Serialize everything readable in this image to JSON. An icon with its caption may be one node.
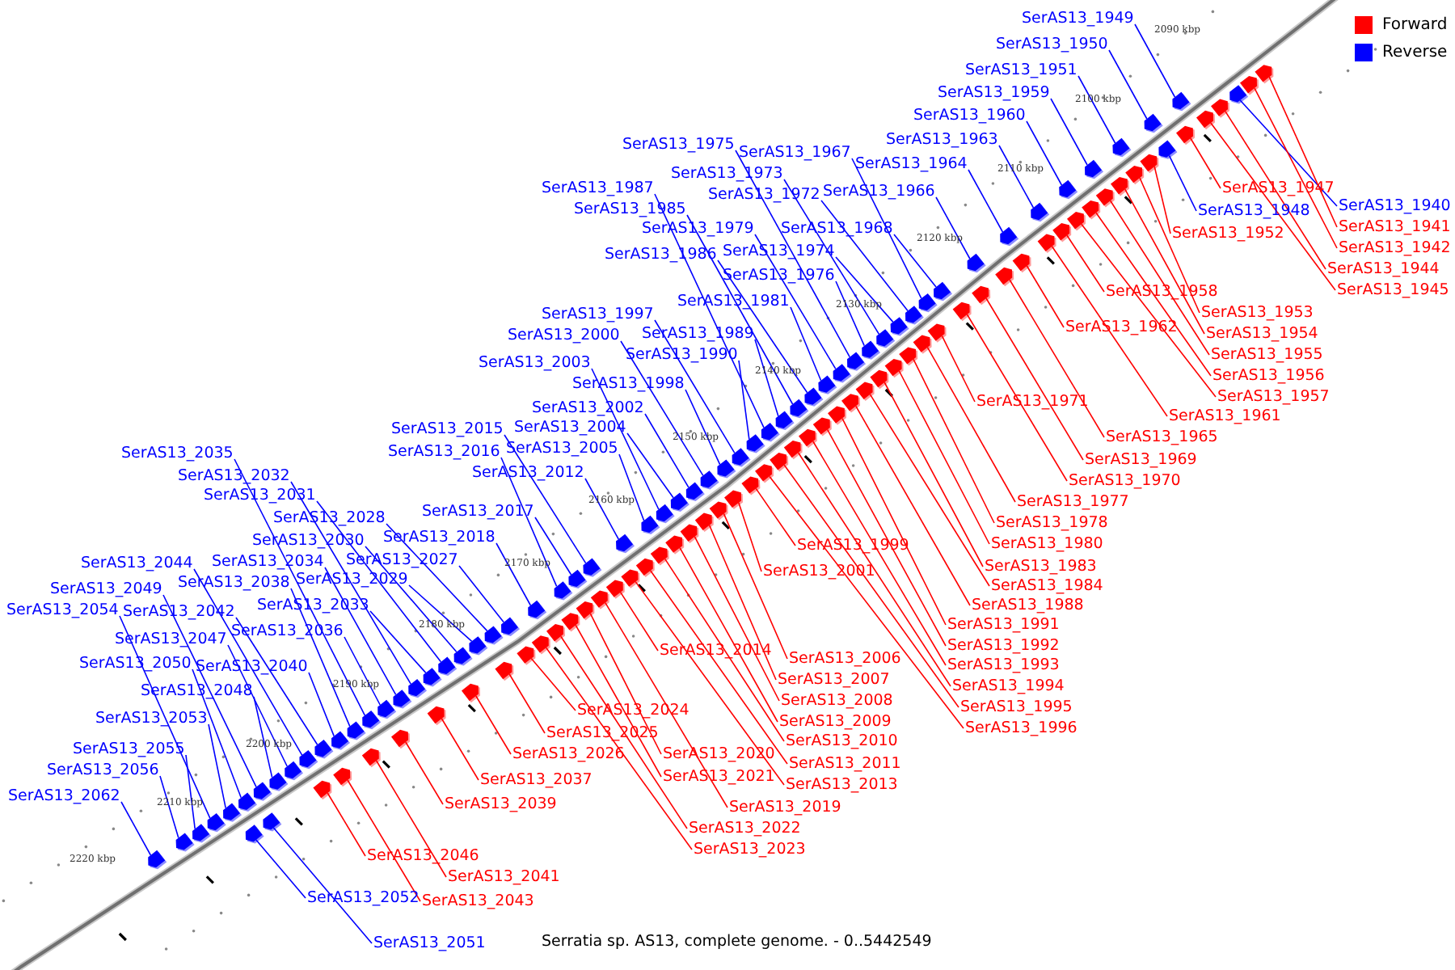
{
  "diagram": {
    "caption": "Serratia sp. AS13, complete genome. - 0..5442549",
    "nodes": [
      {
        "text": [
          "SerAS13_1940"
        ]
      },
      {
        "text": [
          "SerAS13_1941"
        ]
      },
      {
        "text": [
          "SerAS13_1942"
        ]
      },
      {
        "text": [
          "SerAS13_1944"
        ]
      },
      {
        "text": [
          "SerAS13_1945"
        ]
      },
      {
        "text": [
          "SerAS13_1947"
        ]
      },
      {
        "text": [
          "SerAS13_1948"
        ]
      },
      {
        "text": [
          "SerAS13_1949"
        ]
      },
      {
        "text": [
          "SerAS13_1950"
        ]
      },
      {
        "text": [
          "SerAS13_1951"
        ]
      },
      {
        "text": [
          "SerAS13_1952"
        ]
      },
      {
        "text": [
          "SerAS13_1953"
        ]
      },
      {
        "text": [
          "SerAS13_1954"
        ]
      },
      {
        "text": [
          "SerAS13_1955"
        ]
      },
      {
        "text": [
          "SerAS13_1956"
        ]
      },
      {
        "text": [
          "SerAS13_1957"
        ]
      },
      {
        "text": [
          "SerAS13_1958"
        ]
      },
      {
        "text": [
          "SerAS13_1959"
        ]
      },
      {
        "text": [
          "SerAS13_1960"
        ]
      },
      {
        "text": [
          "SerAS13_1961"
        ]
      },
      {
        "text": [
          "SerAS13_1962"
        ]
      },
      {
        "text": [
          "SerAS13_1963"
        ]
      },
      {
        "text": [
          "SerAS13_1964"
        ]
      },
      {
        "text": [
          "SerAS13_1965"
        ]
      },
      {
        "text": [
          "SerAS13_1966"
        ]
      },
      {
        "text": [
          "SerAS13_1967"
        ]
      },
      {
        "text": [
          "SerAS13_1968"
        ]
      },
      {
        "text": [
          "SerAS13_1969"
        ]
      },
      {
        "text": [
          "SerAS13_1970"
        ]
      },
      {
        "text": [
          "SerAS13_1971"
        ]
      },
      {
        "text": [
          "SerAS13_1972"
        ]
      },
      {
        "text": [
          "SerAS13_1973"
        ]
      },
      {
        "text": [
          "SerAS13_1974"
        ]
      },
      {
        "text": [
          "SerAS13_1975"
        ]
      },
      {
        "text": [
          "SerAS13_1976"
        ]
      },
      {
        "text": [
          "SerAS13_1977"
        ]
      },
      {
        "text": [
          "SerAS13_1978"
        ]
      },
      {
        "text": [
          "SerAS13_1979"
        ]
      },
      {
        "text": [
          "SerAS13_1980"
        ]
      },
      {
        "text": [
          "SerAS13_1981"
        ]
      },
      {
        "text": [
          "SerAS13_1983"
        ]
      },
      {
        "text": [
          "SerAS13_1984"
        ]
      },
      {
        "text": [
          "SerAS13_1985"
        ]
      },
      {
        "text": [
          "SerAS13_1986"
        ]
      },
      {
        "text": [
          "SerAS13_1987"
        ]
      },
      {
        "text": [
          "SerAS13_1988"
        ]
      },
      {
        "text": [
          "SerAS13_1989"
        ]
      },
      {
        "text": [
          "SerAS13_1990"
        ]
      },
      {
        "text": [
          "SerAS13_1991"
        ]
      },
      {
        "text": [
          "SerAS13_1992"
        ]
      },
      {
        "text": [
          "SerAS13_1993"
        ]
      },
      {
        "text": [
          "SerAS13_1994"
        ]
      },
      {
        "text": [
          "SerAS13_1995"
        ]
      },
      {
        "text": [
          "SerAS13_1996"
        ]
      },
      {
        "text": [
          "SerAS13_1997"
        ]
      },
      {
        "text": [
          "SerAS13_1998"
        ]
      },
      {
        "text": [
          "SerAS13_1999"
        ]
      },
      {
        "text": [
          "SerAS13_2000"
        ]
      },
      {
        "text": [
          "SerAS13_2001"
        ]
      },
      {
        "text": [
          "SerAS13_2002"
        ]
      },
      {
        "text": [
          "SerAS13_2003"
        ]
      },
      {
        "text": [
          "SerAS13_2004"
        ]
      },
      {
        "text": [
          "SerAS13_2005"
        ]
      },
      {
        "text": [
          "SerAS13_2006"
        ]
      },
      {
        "text": [
          "SerAS13_2007"
        ]
      },
      {
        "text": [
          "SerAS13_2008"
        ]
      },
      {
        "text": [
          "SerAS13_2009"
        ]
      },
      {
        "text": [
          "SerAS13_2010"
        ]
      },
      {
        "text": [
          "SerAS13_2011"
        ]
      },
      {
        "text": [
          "SerAS13_2012"
        ]
      },
      {
        "text": [
          "SerAS13_2013"
        ]
      },
      {
        "text": [
          "SerAS13_2014"
        ]
      },
      {
        "text": [
          "SerAS13_2015"
        ]
      },
      {
        "text": [
          "SerAS13_2016"
        ]
      },
      {
        "text": [
          "SerAS13_2017"
        ]
      },
      {
        "text": [
          "SerAS13_2018"
        ]
      },
      {
        "text": [
          "SerAS13_2019"
        ]
      },
      {
        "text": [
          "SerAS13_2020"
        ]
      },
      {
        "text": [
          "SerAS13_2021"
        ]
      },
      {
        "text": [
          "SerAS13_2022"
        ]
      },
      {
        "text": [
          "SerAS13_2023"
        ]
      },
      {
        "text": [
          "SerAS13_2024"
        ]
      },
      {
        "text": [
          "SerAS13_2025"
        ]
      },
      {
        "text": [
          "SerAS13_2026"
        ]
      },
      {
        "text": [
          "SerAS13_2027"
        ]
      },
      {
        "text": [
          "SerAS13_2028"
        ]
      },
      {
        "text": [
          "SerAS13_2029"
        ]
      },
      {
        "text": [
          "SerAS13_2030"
        ]
      },
      {
        "text": [
          "SerAS13_2031"
        ]
      },
      {
        "text": [
          "SerAS13_2032"
        ]
      },
      {
        "text": [
          "SerAS13_2033"
        ]
      },
      {
        "text": [
          "SerAS13_2034"
        ]
      },
      {
        "text": [
          "SerAS13_2035"
        ]
      },
      {
        "text": [
          "SerAS13_2036"
        ]
      },
      {
        "text": [
          "SerAS13_2037"
        ]
      },
      {
        "text": [
          "SerAS13_2038"
        ]
      },
      {
        "text": [
          "SerAS13_2039"
        ]
      },
      {
        "text": [
          "SerAS13_2040"
        ]
      },
      {
        "text": [
          "SerAS13_2041"
        ]
      },
      {
        "text": [
          "SerAS13_2042"
        ]
      },
      {
        "text": [
          "SerAS13_2043"
        ]
      },
      {
        "text": [
          "SerAS13_2044"
        ]
      },
      {
        "text": [
          "SerAS13_2046"
        ]
      },
      {
        "text": [
          "SerAS13_2047"
        ]
      },
      {
        "text": [
          "SerAS13_2048"
        ]
      },
      {
        "text": [
          "SerAS13_2049"
        ]
      },
      {
        "text": [
          "SerAS13_2050"
        ]
      },
      {
        "text": [
          "SerAS13_2051"
        ]
      },
      {
        "text": [
          "SerAS13_2052"
        ]
      },
      {
        "text": [
          "SerAS13_2053"
        ]
      },
      {
        "text": [
          "SerAS13_2054"
        ]
      },
      {
        "text": [
          "SerAS13_2055"
        ]
      },
      {
        "text": [
          "SerAS13_2056"
        ]
      },
      {
        "text": [
          "SerAS13_2062"
        ]
      },
      {
        "text": [],
        "shape": "pentagon"
      },
      {
        "text": [],
        "shape": "pentagon"
      },
      {
        "text": [],
        "shape": "pentagon"
      },
      {
        "text": [],
        "shape": "pentagon"
      },
      {
        "text": [],
        "shape": "pentagon"
      },
      {
        "text": [],
        "shape": "pentagon"
      },
      {
        "text": [],
        "shape": "pentagon"
      },
      {
        "text": [],
        "shape": "pentagon"
      },
      {
        "text": [],
        "shape": "pentagon"
      },
      {
        "text": [],
        "shape": "pentagon"
      },
      {
        "text": [],
        "shape": "pentagon"
      },
      {
        "text": [],
        "shape": "pentagon"
      },
      {
        "text": [],
        "shape": "pentagon"
      },
      {
        "text": [],
        "shape": "pentagon"
      },
      {
        "text": [],
        "shape": "pentagon"
      },
      {
        "text": [],
        "shape": "pentagon"
      },
      {
        "text": [],
        "shape": "pentagon"
      },
      {
        "text": [],
        "shape": "pentagon"
      },
      {
        "text": [],
        "shape": "pentagon"
      },
      {
        "text": [],
        "shape": "pentagon"
      },
      {
        "text": [],
        "shape": "pentagon"
      },
      {
        "text": [],
        "shape": "pentagon"
      },
      {
        "text": [],
        "shape": "pentagon"
      },
      {
        "text": [],
        "shape": "pentagon"
      },
      {
        "text": [],
        "shape": "pentagon"
      },
      {
        "text": [],
        "shape": "pentagon"
      },
      {
        "text": [],
        "shape": "pentagon"
      },
      {
        "text": [],
        "shape": "pentagon"
      },
      {
        "text": [],
        "shape": "pentagon"
      },
      {
        "text": [],
        "shape": "pentagon"
      },
      {
        "text": [],
        "shape": "pentagon"
      },
      {
        "text": [],
        "shape": "pentagon"
      },
      {
        "text": [],
        "shape": "pentagon"
      },
      {
        "text": [],
        "shape": "pentagon"
      },
      {
        "text": [],
        "shape": "pentagon"
      },
      {
        "text": [],
        "shape": "pentagon"
      },
      {
        "text": [],
        "shape": "pentagon"
      },
      {
        "text": [],
        "shape": "pentagon"
      },
      {
        "text": [],
        "shape": "pentagon"
      },
      {
        "text": [],
        "shape": "pentagon"
      },
      {
        "text": [],
        "shape": "pentagon"
      },
      {
        "text": [],
        "shape": "pentagon"
      },
      {
        "text": [],
        "shape": "pentagon"
      },
      {
        "text": [],
        "shape": "pentagon"
      },
      {
        "text": [],
        "shape": "pentagon"
      },
      {
        "text": [],
        "shape": "pentagon"
      },
      {
        "text": [],
        "shape": "pentagon"
      },
      {
        "text": [],
        "shape": "pentagon"
      },
      {
        "text": [],
        "shape": "pentagon"
      },
      {
        "text": [],
        "shape": "pentagon"
      },
      {
        "text": [],
        "shape": "pentagon"
      },
      {
        "text": [],
        "shape": "pentagon"
      },
      {
        "text": [],
        "shape": "pentagon"
      },
      {
        "text": [],
        "shape": "pentagon"
      },
      {
        "text": [],
        "shape": "pentagon"
      },
      {
        "text": [],
        "shape": "pentagon"
      },
      {
        "text": [],
        "shape": "pentagon"
      },
      {
        "text": [],
        "shape": "pentagon"
      },
      {
        "text": [],
        "shape": "pentagon"
      },
      {
        "text": [],
        "shape": "pentagon"
      },
      {
        "text": [],
        "shape": "pentagon"
      },
      {
        "text": [],
        "shape": "pentagon"
      },
      {
        "text": [],
        "shape": "pentagon"
      },
      {
        "text": [],
        "shape": "pentagon"
      },
      {
        "text": [],
        "shape": "pentagon"
      },
      {
        "text": [],
        "shape": "pentagon"
      },
      {
        "text": [],
        "shape": "pentagon"
      },
      {
        "text": [],
        "shape": "pentagon"
      },
      {
        "text": [],
        "shape": "pentagon"
      },
      {
        "text": [],
        "shape": "pentagon"
      },
      {
        "text": [],
        "shape": "pentagon"
      },
      {
        "text": [],
        "shape": "pentagon"
      },
      {
        "text": [],
        "shape": "pentagon"
      },
      {
        "text": [],
        "shape": "pentagon"
      },
      {
        "text": [],
        "shape": "pentagon"
      },
      {
        "text": [],
        "shape": "pentagon"
      },
      {
        "text": [],
        "shape": "pentagon"
      },
      {
        "text": [],
        "shape": "pentagon"
      },
      {
        "text": [],
        "shape": "pentagon"
      },
      {
        "text": [],
        "shape": "pentagon"
      },
      {
        "text": [],
        "shape": "pentagon"
      },
      {
        "text": [],
        "shape": "pentagon"
      },
      {
        "text": [],
        "shape": "pentagon"
      },
      {
        "text": [],
        "shape": "pentagon"
      },
      {
        "text": [],
        "shape": "pentagon"
      },
      {
        "text": [],
        "shape": "pentagon"
      },
      {
        "text": [],
        "shape": "pentagon"
      },
      {
        "text": [],
        "shape": "pentagon"
      },
      {
        "text": [],
        "shape": "pentagon"
      },
      {
        "text": [],
        "shape": "pentagon"
      },
      {
        "text": [],
        "shape": "pentagon"
      },
      {
        "text": [],
        "shape": "pentagon"
      },
      {
        "text": [],
        "shape": "pentagon"
      },
      {
        "text": [],
        "shape": "pentagon"
      },
      {
        "text": [],
        "shape": "pentagon"
      },
      {
        "text": [],
        "shape": "pentagon"
      },
      {
        "text": [],
        "shape": "pentagon"
      },
      {
        "text": [],
        "shape": "pentagon"
      },
      {
        "text": [],
        "shape": "pentagon"
      },
      {
        "text": [],
        "shape": "pentagon"
      },
      {
        "text": [],
        "shape": "pentagon"
      },
      {
        "text": [],
        "shape": "pentagon"
      },
      {
        "text": [],
        "shape": "pentagon"
      },
      {
        "text": [],
        "shape": "pentagon"
      },
      {
        "text": [],
        "shape": "pentagon"
      },
      {
        "text": [],
        "shape": "pentagon"
      },
      {
        "text": [],
        "shape": "pentagon"
      },
      {
        "text": [],
        "shape": "pentagon"
      },
      {
        "text": [],
        "shape": "pentagon"
      },
      {
        "text": [],
        "shape": "pentagon"
      },
      {
        "text": [],
        "shape": "pentagon"
      },
      {
        "text": [],
        "shape": "pentagon"
      },
      {
        "text": [],
        "shape": "pentagon"
      },
      {
        "text": [],
        "shape": "pentagon"
      }
    ],
    "edges": [
      {
        "from": 0,
        "to": 114,
        "arrow": "none"
      },
      {
        "from": 1,
        "to": 115,
        "arrow": "none",
        "color": "#ff0000"
      },
      {
        "from": 2,
        "to": 116,
        "arrow": "none",
        "color": "#ff0000"
      },
      {
        "from": 3,
        "to": 117,
        "arrow": "none",
        "color": "#ff0000"
      },
      {
        "from": 4,
        "to": 118,
        "arrow": "none",
        "color": "#ff0000"
      },
      {
        "from": 5,
        "to": 119,
        "arrow": "none",
        "color": "#ff0000"
      },
      {
        "from": 6,
        "to": 120,
        "arrow": "none"
      },
      {
        "from": 7,
        "to": 121,
        "arrow": "none"
      },
      {
        "from": 8,
        "to": 122,
        "arrow": "none"
      },
      {
        "from": 9,
        "to": 123,
        "arrow": "none"
      },
      {
        "from": 10,
        "to": 124,
        "arrow": "none",
        "color": "#ff0000"
      },
      {
        "from": 11,
        "to": 125,
        "arrow": "none",
        "color": "#ff0000"
      },
      {
        "from": 12,
        "to": 126,
        "arrow": "none",
        "color": "#ff0000"
      },
      {
        "from": 13,
        "to": 127,
        "arrow": "none",
        "color": "#ff0000"
      },
      {
        "from": 14,
        "to": 128,
        "arrow": "none",
        "color": "#ff0000"
      },
      {
        "from": 15,
        "to": 129,
        "arrow": "none",
        "color": "#ff0000"
      },
      {
        "from": 16,
        "to": 130,
        "arrow": "none",
        "color": "#ff0000"
      },
      {
        "from": 17,
        "to": 131,
        "arrow": "none"
      },
      {
        "from": 18,
        "to": 132,
        "arrow": "none"
      },
      {
        "from": 19,
        "to": 133,
        "arrow": "none",
        "color": "#ff0000"
      },
      {
        "from": 20,
        "to": 134,
        "arrow": "none",
        "color": "#ff0000"
      },
      {
        "from": 21,
        "to": 135,
        "arrow": "none"
      },
      {
        "from": 22,
        "to": 136,
        "arrow": "none"
      },
      {
        "from": 23,
        "to": 137,
        "arrow": "none",
        "color": "#ff0000"
      },
      {
        "from": 24,
        "to": 138,
        "arrow": "none"
      },
      {
        "from": 25,
        "to": 139,
        "arrow": "none"
      },
      {
        "from": 26,
        "to": 140,
        "arrow": "none"
      },
      {
        "from": 27,
        "to": 141,
        "arrow": "none",
        "color": "#ff0000"
      },
      {
        "from": 28,
        "to": 142,
        "arrow": "none",
        "color": "#ff0000"
      },
      {
        "from": 29,
        "to": 143,
        "arrow": "none",
        "color": "#ff0000"
      },
      {
        "from": 30,
        "to": 144,
        "arrow": "none"
      },
      {
        "from": 31,
        "to": 145,
        "arrow": "none"
      },
      {
        "from": 32,
        "to": 146,
        "arrow": "none"
      },
      {
        "from": 33,
        "to": 147,
        "arrow": "none"
      },
      {
        "from": 34,
        "to": 148,
        "arrow": "none"
      },
      {
        "from": 35,
        "to": 149,
        "arrow": "none",
        "color": "#ff0000"
      },
      {
        "from": 36,
        "to": 150,
        "arrow": "none",
        "color": "#ff0000"
      },
      {
        "from": 37,
        "to": 151,
        "arrow": "none"
      },
      {
        "from": 38,
        "to": 152,
        "arrow": "none",
        "color": "#ff0000"
      },
      {
        "from": 39,
        "to": 153,
        "arrow": "none"
      },
      {
        "from": 40,
        "to": 154,
        "arrow": "none",
        "color": "#ff0000"
      },
      {
        "from": 41,
        "to": 155,
        "arrow": "none",
        "color": "#ff0000"
      },
      {
        "from": 42,
        "to": 156,
        "arrow": "none"
      },
      {
        "from": 43,
        "to": 157,
        "arrow": "none"
      },
      {
        "from": 44,
        "to": 158,
        "arrow": "none"
      },
      {
        "from": 45,
        "to": 159,
        "arrow": "none",
        "color": "#ff0000"
      },
      {
        "from": 46,
        "to": 160,
        "arrow": "none"
      },
      {
        "from": 47,
        "to": 161,
        "arrow": "none"
      },
      {
        "from": 48,
        "to": 162,
        "arrow": "none",
        "color": "#ff0000"
      },
      {
        "from": 49,
        "to": 163,
        "arrow": "none",
        "color": "#ff0000"
      },
      {
        "from": 50,
        "to": 164,
        "arrow": "none",
        "color": "#ff0000"
      },
      {
        "from": 51,
        "to": 165,
        "arrow": "none",
        "color": "#ff0000"
      },
      {
        "from": 52,
        "to": 166,
        "arrow": "none",
        "color": "#ff0000"
      },
      {
        "from": 53,
        "to": 167,
        "arrow": "none",
        "color": "#ff0000"
      },
      {
        "from": 54,
        "to": 168,
        "arrow": "none"
      },
      {
        "from": 55,
        "to": 169,
        "arrow": "none"
      },
      {
        "from": 56,
        "to": 170,
        "arrow": "none",
        "color": "#ff0000"
      },
      {
        "from": 57,
        "to": 171,
        "arrow": "none"
      },
      {
        "from": 58,
        "to": 172,
        "arrow": "none",
        "color": "#ff0000"
      },
      {
        "from": 59,
        "to": 173,
        "arrow": "none"
      },
      {
        "from": 60,
        "to": 174,
        "arrow": "none"
      },
      {
        "from": 61,
        "to": 175,
        "arrow": "none"
      },
      {
        "from": 62,
        "to": 176,
        "arrow": "none"
      },
      {
        "from": 63,
        "to": 177,
        "arrow": "none",
        "color": "#ff0000"
      },
      {
        "from": 64,
        "to": 178,
        "arrow": "none",
        "color": "#ff0000"
      },
      {
        "from": 65,
        "to": 179,
        "arrow": "none",
        "color": "#ff0000"
      },
      {
        "from": 66,
        "to": 180,
        "arrow": "none",
        "color": "#ff0000"
      },
      {
        "from": 67,
        "to": 181,
        "arrow": "none",
        "color": "#ff0000"
      },
      {
        "from": 68,
        "to": 182,
        "arrow": "none",
        "color": "#ff0000"
      },
      {
        "from": 69,
        "to": 183,
        "arrow": "none"
      },
      {
        "from": 70,
        "to": 184,
        "arrow": "none",
        "color": "#ff0000"
      },
      {
        "from": 71,
        "to": 185,
        "arrow": "none",
        "color": "#ff0000"
      },
      {
        "from": 72,
        "to": 186,
        "arrow": "none"
      },
      {
        "from": 73,
        "to": 187,
        "arrow": "none"
      },
      {
        "from": 74,
        "to": 188,
        "arrow": "none"
      },
      {
        "from": 75,
        "to": 189,
        "arrow": "none"
      },
      {
        "from": 76,
        "to": 190,
        "arrow": "none",
        "color": "#ff0000"
      },
      {
        "from": 77,
        "to": 191,
        "arrow": "none",
        "color": "#ff0000"
      },
      {
        "from": 78,
        "to": 192,
        "arrow": "none",
        "color": "#ff0000"
      },
      {
        "from": 79,
        "to": 193,
        "arrow": "none",
        "color": "#ff0000"
      },
      {
        "from": 80,
        "to": 194,
        "arrow": "none",
        "color": "#ff0000"
      },
      {
        "from": 81,
        "to": 195,
        "arrow": "none",
        "color": "#ff0000"
      },
      {
        "from": 82,
        "to": 196,
        "arrow": "none",
        "color": "#ff0000"
      },
      {
        "from": 83,
        "to": 197,
        "arrow": "none",
        "color": "#ff0000"
      },
      {
        "from": 84,
        "to": 198,
        "arrow": "none"
      },
      {
        "from": 85,
        "to": 199,
        "arrow": "none"
      },
      {
        "from": 86,
        "to": 200,
        "arrow": "none"
      },
      {
        "from": 87,
        "to": 201,
        "arrow": "none"
      },
      {
        "from": 88,
        "to": 202,
        "arrow": "none"
      },
      {
        "from": 89,
        "to": 203,
        "arrow": "none"
      },
      {
        "from": 90,
        "to": 204,
        "arrow": "none"
      },
      {
        "from": 91,
        "to": 205,
        "arrow": "none"
      },
      {
        "from": 92,
        "to": 206,
        "arrow": "none"
      },
      {
        "from": 93,
        "to": 207,
        "arrow": "none"
      },
      {
        "from": 94,
        "to": 208,
        "arrow": "none",
        "color": "#ff0000"
      },
      {
        "from": 95,
        "to": 209,
        "arrow": "none"
      },
      {
        "from": 96,
        "to": 210,
        "arrow": "none",
        "color": "#ff0000"
      },
      {
        "from": 97,
        "to": 211,
        "arrow": "none"
      },
      {
        "from": 98,
        "to": 212,
        "arrow": "none",
        "color": "#ff0000"
      },
      {
        "from": 99,
        "to": 213,
        "arrow": "none"
      },
      {
        "from": 100,
        "to": 214,
        "arrow": "none",
        "color": "#ff0000"
      },
      {
        "from": 101,
        "to": 215,
        "arrow": "none"
      },
      {
        "from": 102,
        "to": 216,
        "arrow": "none",
        "color": "#ff0000"
      },
      {
        "from": 103,
        "to": 217,
        "arrow": "none"
      },
      {
        "from": 104,
        "to": 218,
        "arrow": "none"
      },
      {
        "from": 105,
        "to": 219,
        "arrow": "none"
      },
      {
        "from": 106,
        "to": 220,
        "arrow": "none"
      },
      {
        "from": 107,
        "to": 221,
        "arrow": "none"
      },
      {
        "from": 108,
        "to": 222,
        "arrow": "none"
      },
      {
        "from": 109,
        "to": 223,
        "arrow": "none"
      },
      {
        "from": 110,
        "to": 224,
        "arrow": "none"
      },
      {
        "from": 111,
        "to": 225,
        "arrow": "none"
      },
      {
        "from": 112,
        "to": 226,
        "arrow": "none"
      },
      {
        "from": 113,
        "to": 227,
        "arrow": "none"
      }
    ],
    "labels": [
      "2090 kbp",
      "2100 kbp",
      "2110 kbp",
      "2120 kbp",
      "2130 kbp",
      "2140 kbp",
      "2150 kbp",
      "2160 kbp",
      "2170 kbp",
      "2180 kbp",
      "2190 kbp",
      "2200 kbp",
      "2210 kbp",
      "2220 kbp"
    ],
    "legend": [
      {
        "text": "Forward",
        "color": "#ff0000"
      },
      {
        "text": "Reverse",
        "color": "#0000ff"
      }
    ]
  }
}
